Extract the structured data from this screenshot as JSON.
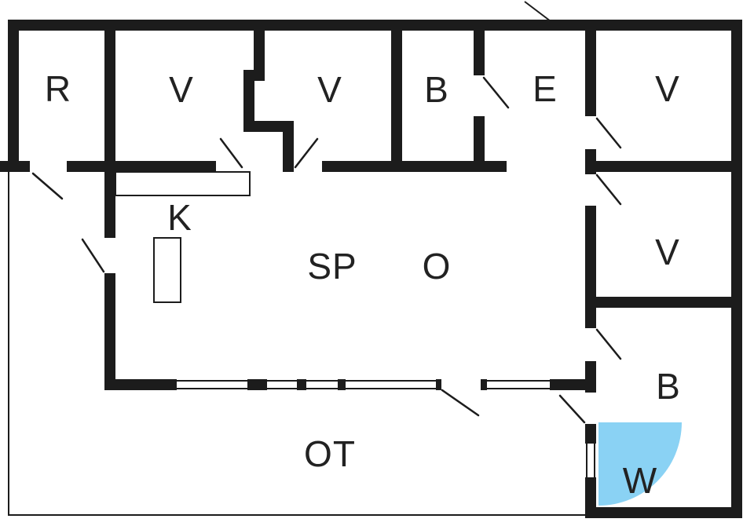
{
  "floorplan": {
    "rooms": [
      {
        "id": "room-r",
        "label": "R"
      },
      {
        "id": "room-v1",
        "label": "V"
      },
      {
        "id": "room-v2",
        "label": "V"
      },
      {
        "id": "room-b-top",
        "label": "B"
      },
      {
        "id": "room-e",
        "label": "E"
      },
      {
        "id": "room-v-right-top",
        "label": "V"
      },
      {
        "id": "room-k",
        "label": "K"
      },
      {
        "id": "room-sp",
        "label": "SP"
      },
      {
        "id": "room-o",
        "label": "O"
      },
      {
        "id": "room-v-right-mid",
        "label": "V"
      },
      {
        "id": "room-b-right",
        "label": "B"
      },
      {
        "id": "room-ot",
        "label": "OT"
      },
      {
        "id": "room-w",
        "label": "W"
      }
    ],
    "colors": {
      "wall": "#1c1c1c",
      "line": "#1c1c1c",
      "background": "#ffffff",
      "shower": "#8ad2f4",
      "label": "#222222"
    }
  }
}
